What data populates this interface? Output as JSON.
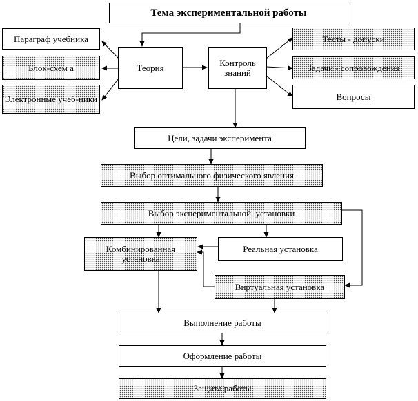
{
  "diagram": {
    "title": "Тема экспериментальной работы",
    "theory": "Теория",
    "control": "Контроль знаний",
    "textbook_paragraph": "Параграф учебника",
    "block_scheme": "Блок-схем а",
    "e_textbooks": "Электронные учеб-ники",
    "tests": "Тесты - допуски",
    "tasks": "Задачи - сопровождения",
    "questions": "Вопросы",
    "goals": "Цели, задачи эксперимента",
    "phenomenon_choice": "Выбор оптимального физического явления",
    "setup_choice": "Выбор экспериментальной  установки",
    "combined_setup": "Комбинированная установка",
    "real_setup": "Реальная установка",
    "virtual_setup": "Виртуальная установка",
    "execution": "Выполнение работы",
    "formatting": "Оформление работы",
    "defense": "Защита работы"
  }
}
